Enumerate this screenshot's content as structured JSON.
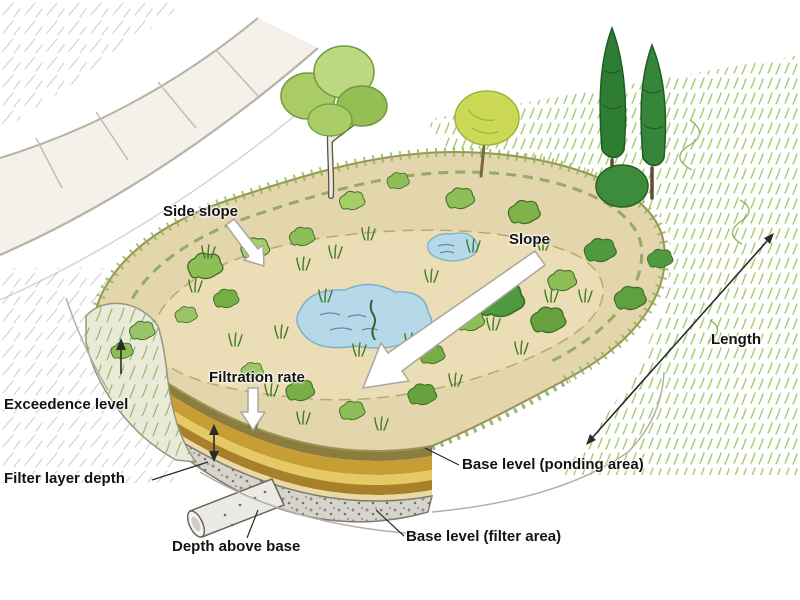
{
  "diagram": {
    "labels": {
      "side_slope": "Side slope",
      "slope": "Slope",
      "filtration_rate": "Filtration rate",
      "length": "Length",
      "exceedence_level": "Exceedence level",
      "filter_layer_depth": "Filter layer depth",
      "depth_above_base": "Depth above base",
      "base_level_ponding_area": "Base level (ponding area)",
      "base_level_filter_area": "Base level (filter area)"
    },
    "colors": {
      "surface_tan": "#e3d5ac",
      "basin_tan": "#ecdfb8",
      "filter_ochre": "#c79d35",
      "filter_yellow": "#e6c964",
      "gravel_gray": "#d6d4cd",
      "pond_blue": "#b5d9e9",
      "vegetation_green": "#8fbe58",
      "conifer_green": "#2f7d33",
      "pavement_gray": "#b5b2a6",
      "arrow_white": "#ffffff",
      "label_color": "#141414"
    }
  }
}
